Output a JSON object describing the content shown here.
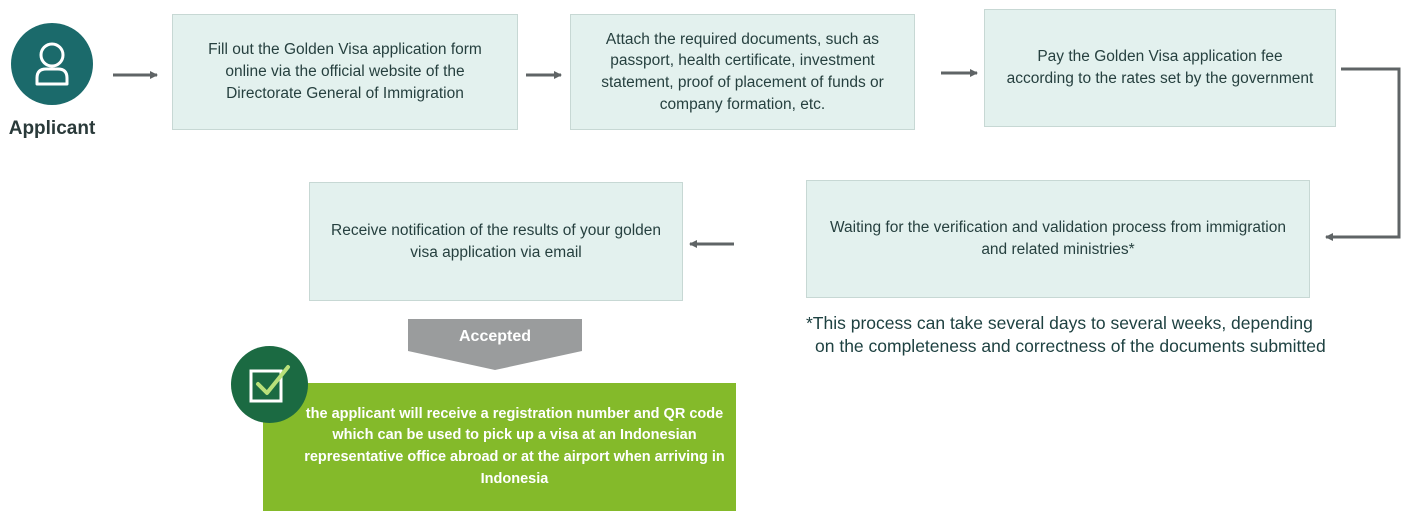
{
  "applicant": {
    "label": "Applicant",
    "icon": "person-icon"
  },
  "steps": [
    {
      "text": "Fill out the Golden Visa application form online via the official website of the Directorate General of Immigration"
    },
    {
      "text": "Attach the required documents, such as passport, health certificate, investment statement, proof of placement of funds or company formation, etc."
    },
    {
      "text": "Pay the Golden Visa application fee according to the rates set by the government"
    },
    {
      "text": "Waiting for the verification and validation process from immigration and related ministries*"
    },
    {
      "text": "Receive notification of the results of your golden visa application via email"
    }
  ],
  "footnote": {
    "line1": "*This process can take several days to several weeks, depending",
    "line2": "on the completeness and correctness of the documents submitted"
  },
  "accepted": {
    "label": "Accepted"
  },
  "result": {
    "text": "the applicant will receive a registration number and QR code which can be used to pick up a visa at an Indonesian representative office abroad or at the airport when arriving in Indonesia",
    "icon": "checkbox-check-icon"
  },
  "colors": {
    "teal_dark": "#1b6a6b",
    "step_fill": "#e3f1ee",
    "arrow": "#5f6466",
    "accepted_gray": "#9a9c9d",
    "result_green": "#84ba2a",
    "badge_green": "#1b6a42"
  }
}
